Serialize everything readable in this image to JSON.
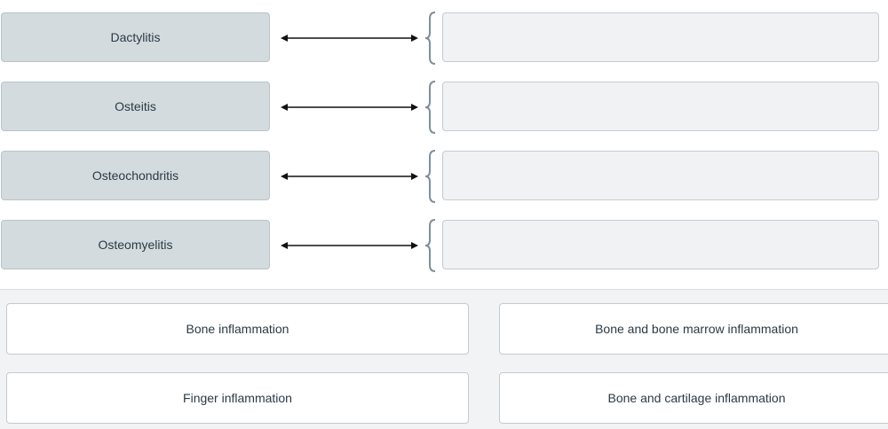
{
  "terms": [
    {
      "label": "Dactylitis"
    },
    {
      "label": "Osteitis"
    },
    {
      "label": "Osteochondritis"
    },
    {
      "label": "Osteomyelitis"
    }
  ],
  "choices": [
    {
      "label": "Bone inflammation"
    },
    {
      "label": "Bone and bone marrow inflammation"
    },
    {
      "label": "Finger inflammation"
    },
    {
      "label": "Bone and cartilage inflammation"
    }
  ],
  "colors": {
    "term_bg": "#d3dbde",
    "dropzone_bg": "#f0f2f4",
    "bank_bg": "#f1f3f4",
    "text": "#2b3a45",
    "brace": "#7f8f99"
  }
}
